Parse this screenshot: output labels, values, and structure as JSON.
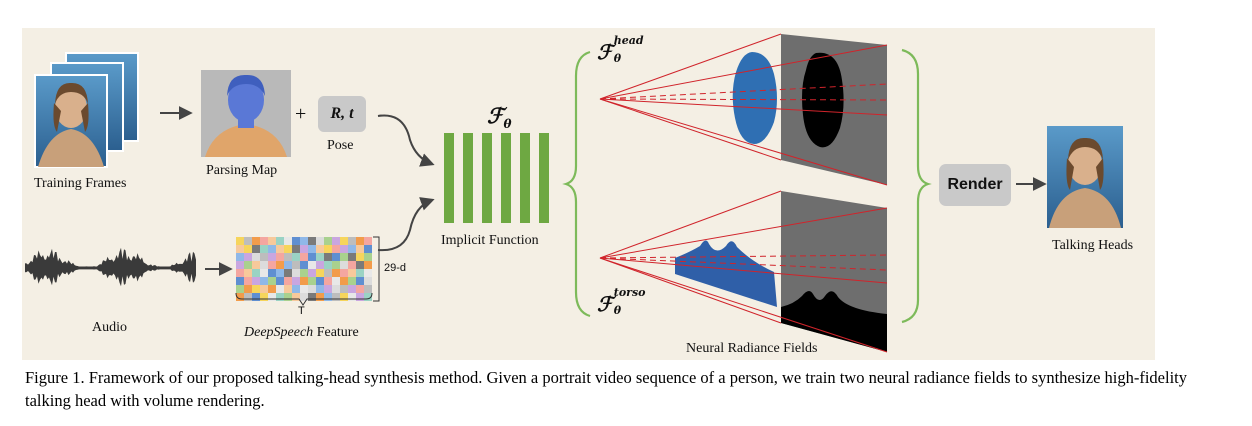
{
  "labels": {
    "training_frames": "Training Frames",
    "parsing_map": "Parsing Map",
    "pose": "Pose",
    "pose_symbol": "R, t",
    "plus": "+",
    "audio": "Audio",
    "feature_dim": "29-d",
    "feature_t": "T",
    "feature_name_italic": "DeepSpeech",
    "feature_name_rest": " Feature",
    "implicit_function": "Implicit Function",
    "f_theta": "ℱ",
    "theta": "θ",
    "f_head_sup": "head",
    "f_torso_sup": "torso",
    "neural_radiance_fields": "Neural Radiance Fields",
    "render": "Render",
    "talking_heads": "Talking Heads"
  },
  "caption": "Figure 1. Framework of our proposed talking-head synthesis method. Given a portrait video sequence of a person, we train two neural radiance fields to synthesize high-fidelity talking head with volume rendering.",
  "colors": {
    "panel_bg": "#f4efe4",
    "green_bars": "#6ea842",
    "brace_green": "#7dba5a",
    "ray_red": "#d0242b",
    "head_blue": "#2f6fb3",
    "screen_gray": "#6e6e6e",
    "box_gray": "#c9c9c9"
  }
}
